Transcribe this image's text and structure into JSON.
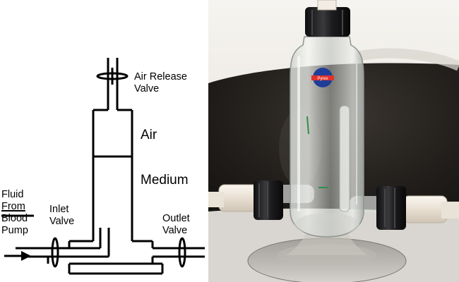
{
  "labels": {
    "air_release_valve": [
      "Air Release",
      "Valve"
    ],
    "air": "Air",
    "medium": "Medium",
    "fluid_source": [
      "Fluid",
      "From",
      "Blood",
      "Pump"
    ],
    "inlet_valve": [
      "Inlet",
      "Valve"
    ],
    "outlet_valve": [
      "Outlet",
      "Valve"
    ]
  },
  "photo": {
    "flask_label_text": "Pyrex",
    "colors": {
      "background_top": "#f4f2ee",
      "background_bottom": "#d7d4ce",
      "bench_dark": "#1f1c19",
      "cap_black": "#1b1b1c",
      "tubing_red": "#c6351d",
      "label_blue": "#1f3e9a",
      "label_red": "#e0322a"
    }
  }
}
